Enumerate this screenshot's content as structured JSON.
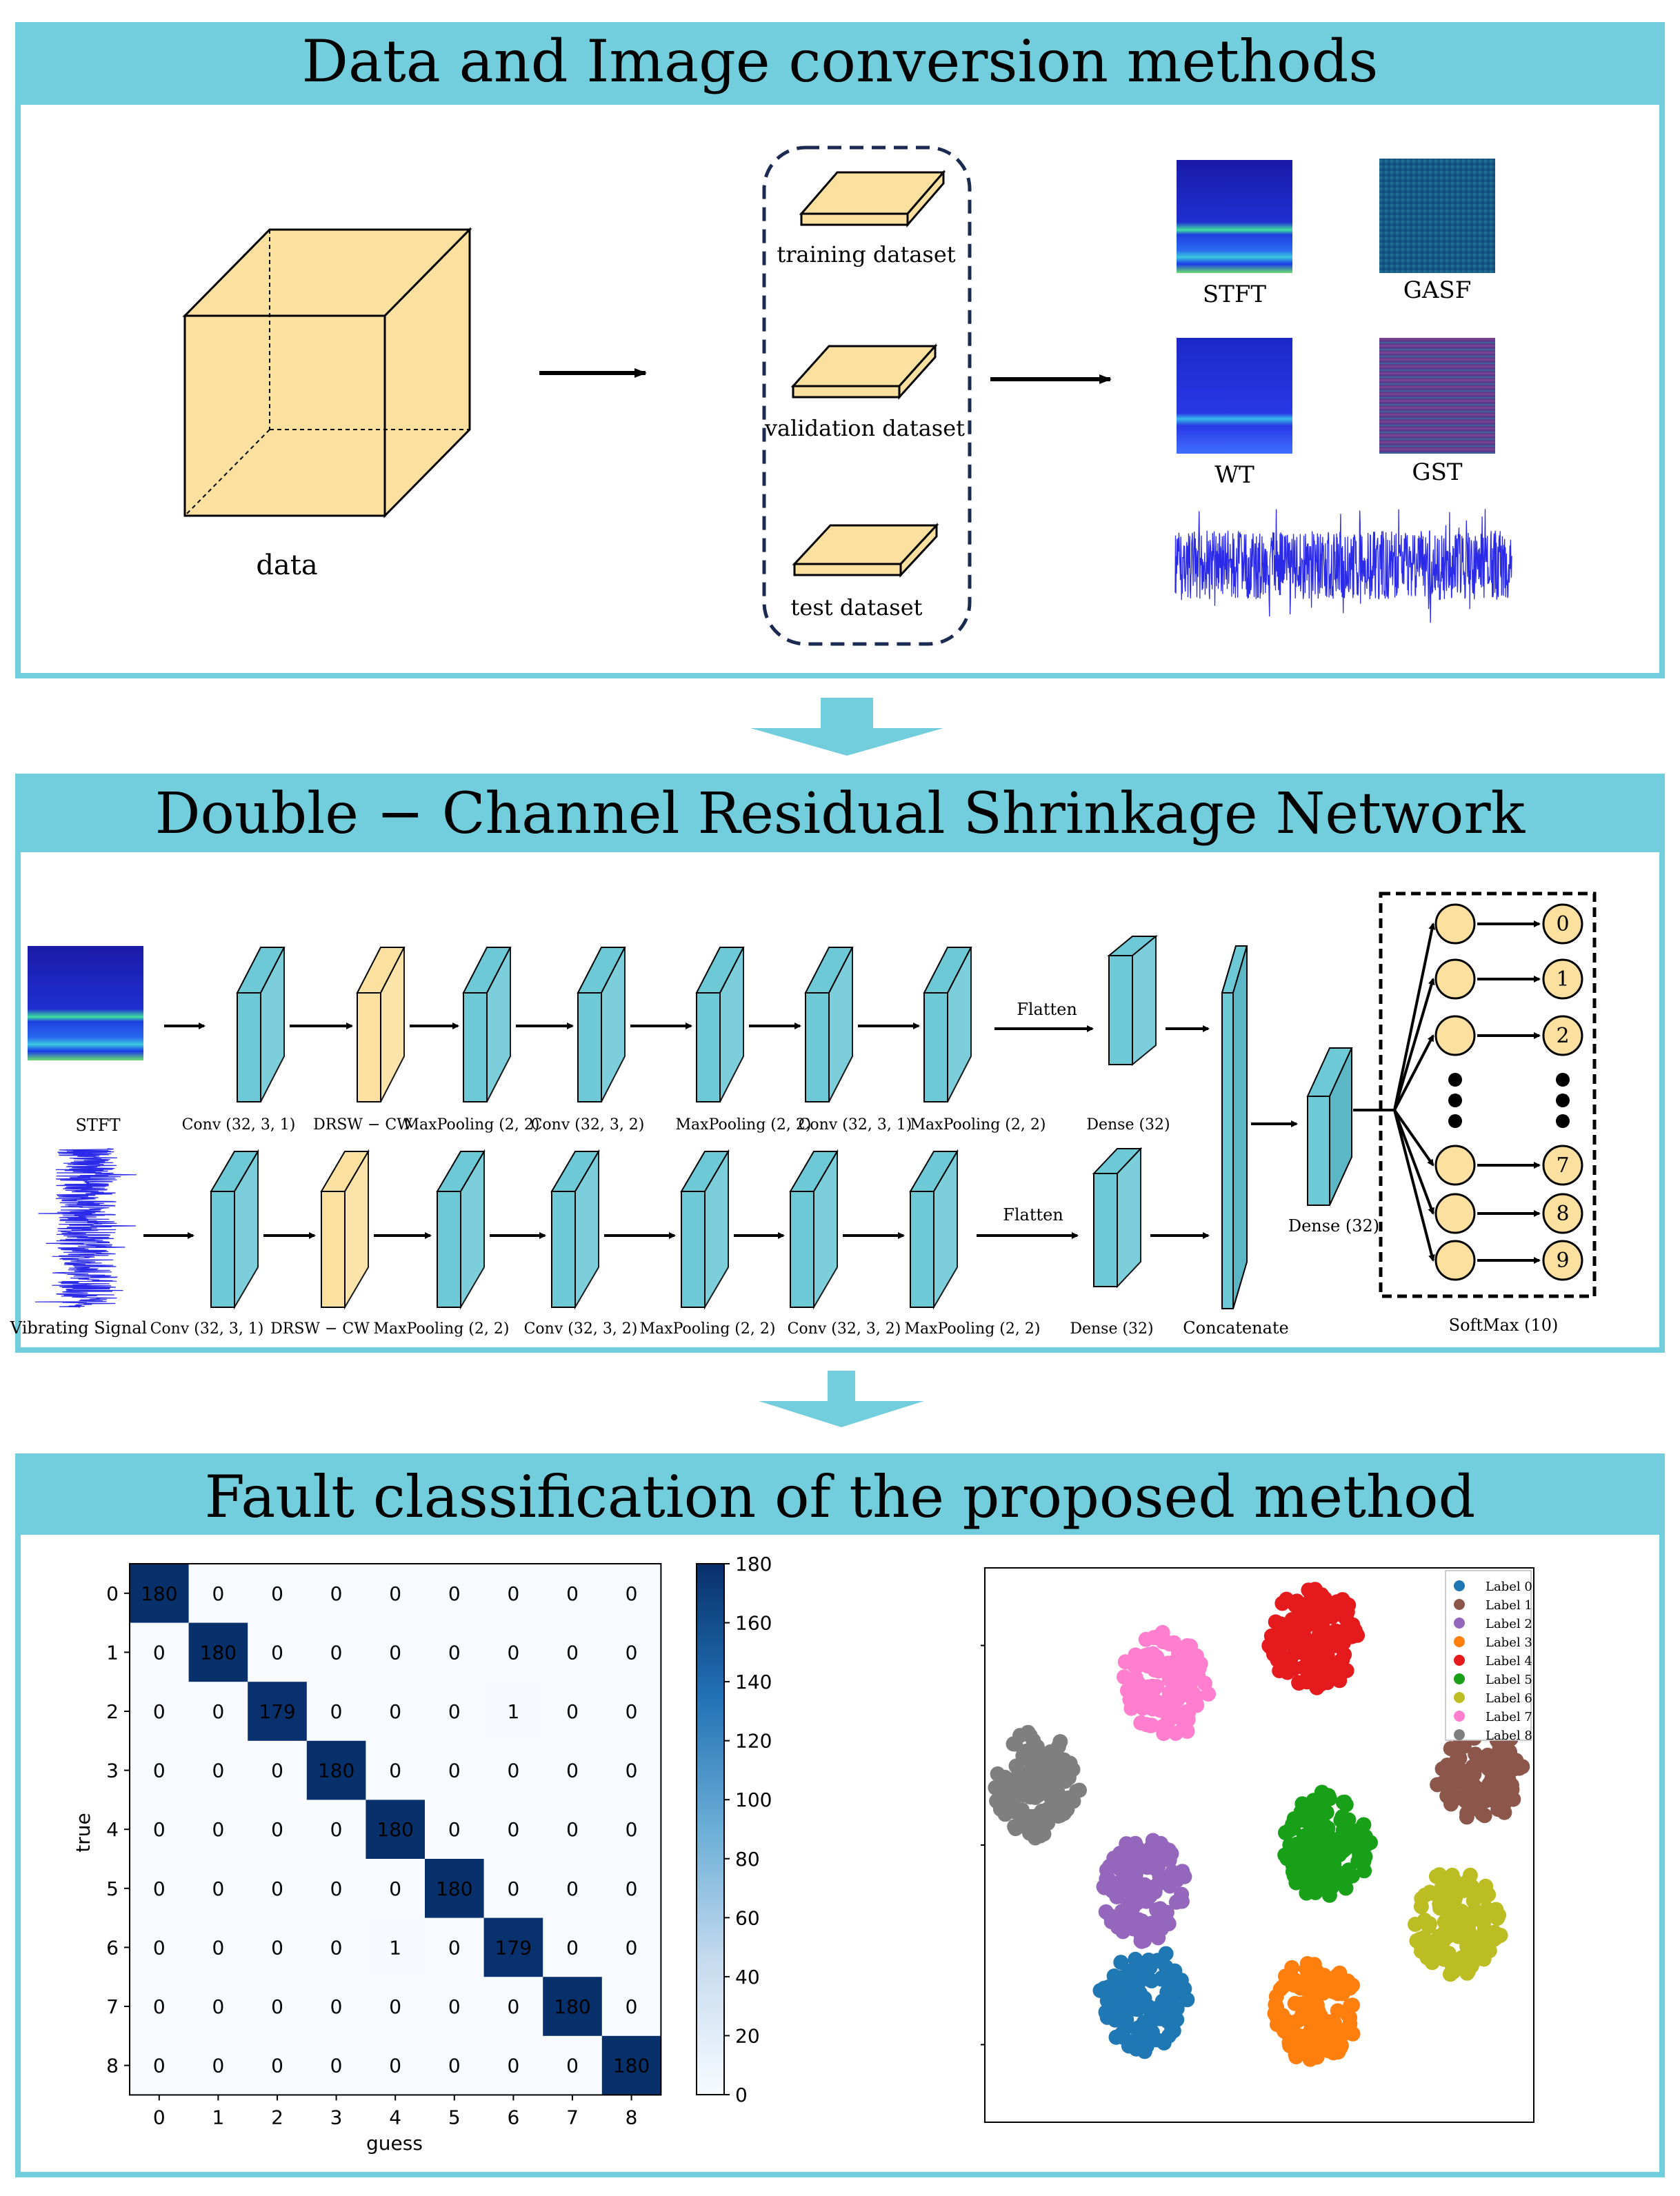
{
  "colors": {
    "header": "#72cedc",
    "border": "#72cedc",
    "layer": "#6ec9d6",
    "accent_layer": "#fbe0a0",
    "box_face": "#fbe0a0",
    "node": "#fbe0a0",
    "cmap_dark": "#08306b",
    "cmap_light": "#f7fbff",
    "signal": "#2a2ae8"
  },
  "sections": [
    {
      "title": "Data and Image conversion methods"
    },
    {
      "title": "Double − Channel Residual Shrinkage Network"
    },
    {
      "title": "Fault classification of the proposed method"
    }
  ],
  "panel1": {
    "data_label": "data",
    "datasets": [
      "training dataset",
      "validation dataset",
      "test dataset"
    ],
    "images": [
      "STFT",
      "GASF",
      "WT",
      "GST"
    ]
  },
  "panel2": {
    "input_labels": [
      "STFT",
      "Vibrating Signal"
    ],
    "flatten_label": "Flatten",
    "top_labels": [
      "Conv (32, 3, 1)",
      "DRSW − CW",
      "MaxPooling (2, 2)",
      "Conv (32, 3, 2)",
      "MaxPooling (2, 2)",
      "Conv (32, 3, 1)",
      "MaxPooling (2, 2)",
      "Dense (32)"
    ],
    "bottom_labels": [
      "Conv (32, 3, 1)",
      "DRSW − CW",
      "MaxPooling (2, 2)",
      "Conv (32, 3, 2)",
      "MaxPooling (2, 2)",
      "Conv (32, 3, 2)",
      "MaxPooling (2, 2)",
      "Dense (32)"
    ],
    "concat_label": "Concatenate",
    "dense_label": "Dense (32)",
    "softmax_label": "SoftMax (10)",
    "outputs_top": [
      "0",
      "1",
      "2"
    ],
    "outputs_bottom": [
      "7",
      "8",
      "9"
    ]
  },
  "chart_data": [
    {
      "type": "heatmap",
      "xlabel": "guess",
      "ylabel": "true",
      "x_ticks": [
        "0",
        "1",
        "2",
        "3",
        "4",
        "5",
        "6",
        "7",
        "8"
      ],
      "y_ticks": [
        "0",
        "1",
        "2",
        "3",
        "4",
        "5",
        "6",
        "7",
        "8"
      ],
      "colorbar_ticks": [
        0,
        20,
        40,
        60,
        80,
        100,
        120,
        140,
        160,
        180
      ],
      "colorbar_range": [
        0,
        180
      ],
      "matrix": [
        [
          180,
          0,
          0,
          0,
          0,
          0,
          0,
          0,
          0
        ],
        [
          0,
          180,
          0,
          0,
          0,
          0,
          0,
          0,
          0
        ],
        [
          0,
          0,
          179,
          0,
          0,
          0,
          1,
          0,
          0
        ],
        [
          0,
          0,
          0,
          180,
          0,
          0,
          0,
          0,
          0
        ],
        [
          0,
          0,
          0,
          0,
          180,
          0,
          0,
          0,
          0
        ],
        [
          0,
          0,
          0,
          0,
          0,
          180,
          0,
          0,
          0
        ],
        [
          0,
          0,
          0,
          0,
          1,
          0,
          179,
          0,
          0
        ],
        [
          0,
          0,
          0,
          0,
          0,
          0,
          0,
          180,
          0
        ],
        [
          0,
          0,
          0,
          0,
          0,
          0,
          0,
          0,
          180
        ]
      ]
    },
    {
      "type": "scatter",
      "legend_position": "top-right",
      "series": [
        {
          "name": "Label 0",
          "color": "#1f77b4",
          "center": [
            0.29,
            0.78
          ]
        },
        {
          "name": "Label 1",
          "color": "#8c564b",
          "center": [
            0.9,
            0.36
          ]
        },
        {
          "name": "Label 2",
          "color": "#9467bd",
          "center": [
            0.29,
            0.58
          ]
        },
        {
          "name": "Label 3",
          "color": "#ff7f0e",
          "center": [
            0.6,
            0.8
          ]
        },
        {
          "name": "Label 4",
          "color": "#e41a1c",
          "center": [
            0.6,
            0.13
          ]
        },
        {
          "name": "Label 5",
          "color": "#18a018",
          "center": [
            0.62,
            0.5
          ]
        },
        {
          "name": "Label 6",
          "color": "#bcbd22",
          "center": [
            0.86,
            0.64
          ]
        },
        {
          "name": "Label 7",
          "color": "#ff7fce",
          "center": [
            0.33,
            0.21
          ]
        },
        {
          "name": "Label 8",
          "color": "#7f7f7f",
          "center": [
            0.09,
            0.39
          ]
        }
      ]
    }
  ]
}
